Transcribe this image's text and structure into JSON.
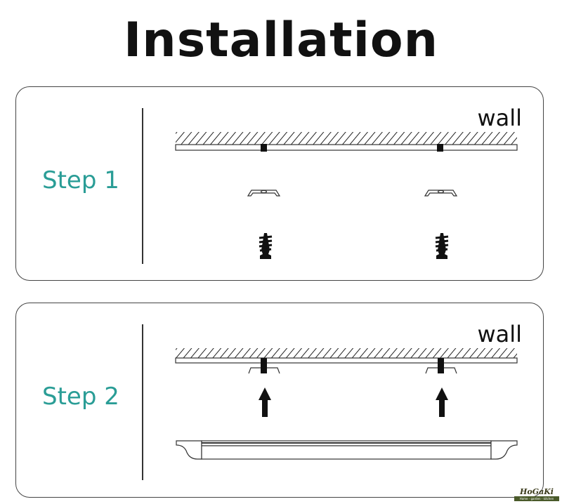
{
  "title": "Installation",
  "steps": [
    {
      "label": "Step 1",
      "wall_label": "wall"
    },
    {
      "label": "Step 2",
      "wall_label": "wall"
    }
  ],
  "logo": {
    "name": "HoGaKi",
    "tagline": "Home - garden - kitchen"
  },
  "colors": {
    "accent": "#2a9d96",
    "ink": "#111111"
  }
}
